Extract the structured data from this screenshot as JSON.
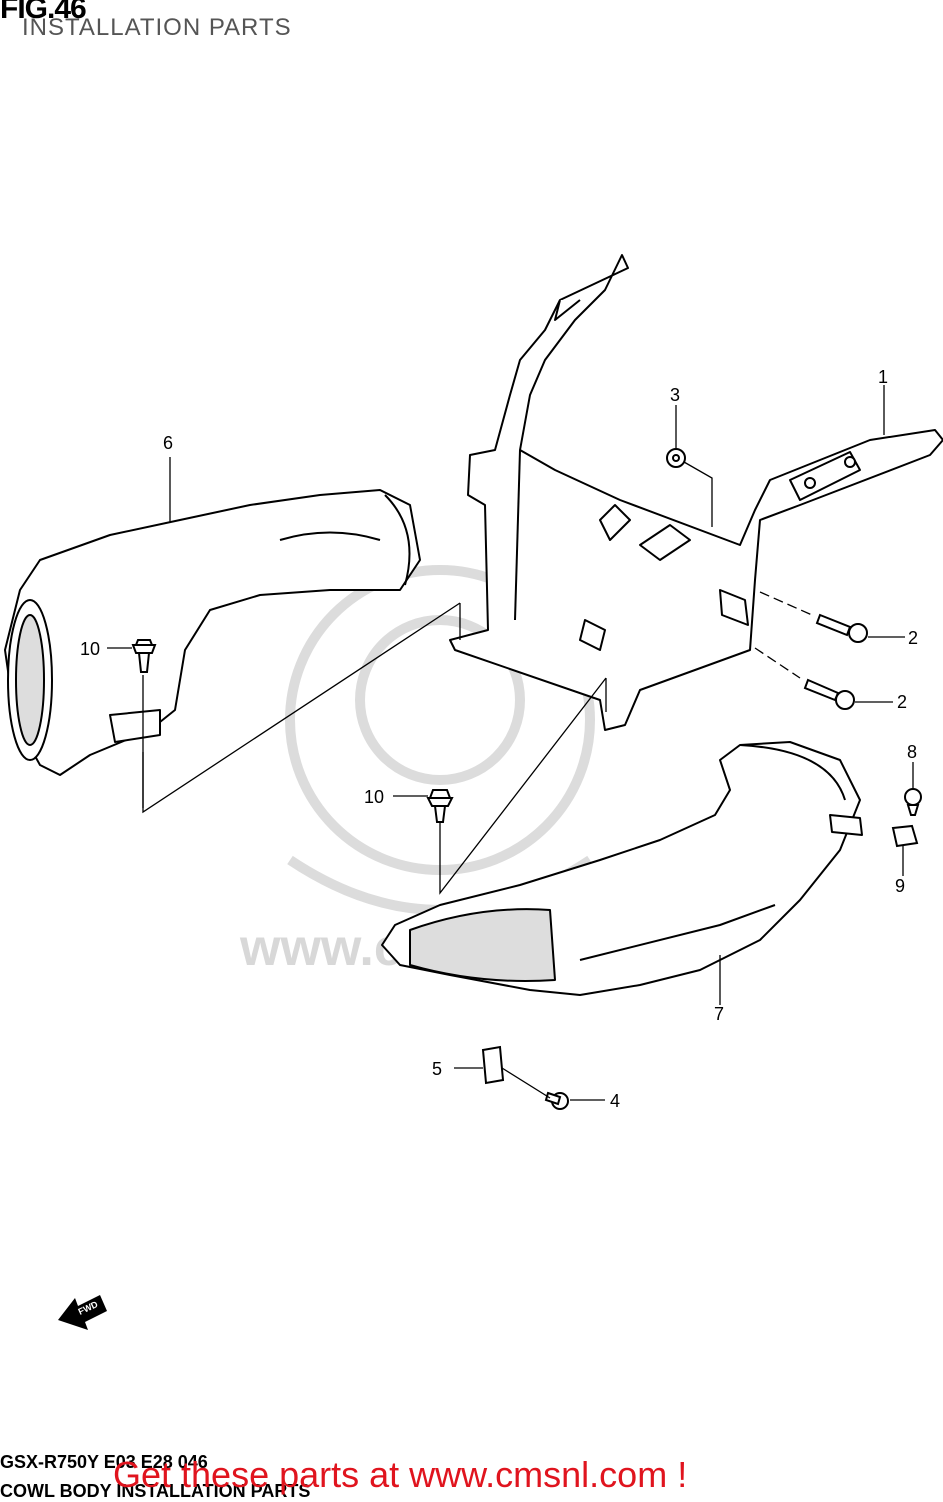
{
  "header": {
    "fig_label": "FIG.46",
    "subtitle": "INSTALLATION PARTS"
  },
  "callouts": {
    "c1": "1",
    "c2a": "2",
    "c2b": "2",
    "c3": "3",
    "c4": "4",
    "c5": "5",
    "c6": "6",
    "c7": "7",
    "c8": "8",
    "c9": "9",
    "c10a": "10",
    "c10b": "10"
  },
  "fwd_label": "FWD",
  "watermark": "www.cmsnl.com",
  "footer": {
    "model_code": "GSX-R750Y E03 E28 046",
    "section_title": "COWL BODY INSTALLATION PARTS",
    "promo_link": "Get these parts at www.cmsnl.com !"
  },
  "colors": {
    "line": "#000000",
    "watermark": "#d8d8d8",
    "promo": "#e0141e"
  }
}
